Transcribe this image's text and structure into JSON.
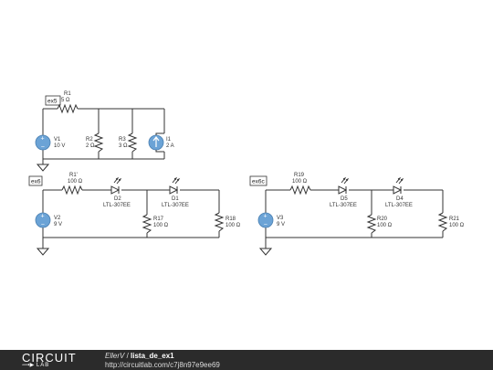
{
  "circuit1": {
    "tag": "ex5",
    "R1": {
      "name": "R1",
      "value": "5 Ω"
    },
    "V1": {
      "name": "V1",
      "value": "10 V"
    },
    "R2": {
      "name": "R2",
      "value": "2 Ω"
    },
    "R3": {
      "name": "R3",
      "value": "3 Ω"
    },
    "I1": {
      "name": "I1",
      "value": "2 A"
    }
  },
  "circuit2": {
    "tag": "ex6",
    "R1": {
      "name": "R1'",
      "value": "100 Ω"
    },
    "V2": {
      "name": "V2",
      "value": "9 V"
    },
    "D2": {
      "name": "D2",
      "value": "LTL-307EE"
    },
    "D1": {
      "name": "D1",
      "value": "LTL-307EE"
    },
    "R17": {
      "name": "R17",
      "value": "100 Ω"
    },
    "R18": {
      "name": "R18",
      "value": "100 Ω"
    }
  },
  "circuit3": {
    "tag": "ex6c",
    "R19": {
      "name": "R19",
      "value": "100 Ω"
    },
    "V3": {
      "name": "V3",
      "value": "9 V"
    },
    "D5": {
      "name": "D5",
      "value": "LTL-307EE"
    },
    "D4": {
      "name": "D4",
      "value": "LTL-307EE"
    },
    "R20": {
      "name": "R20",
      "value": "100 Ω"
    },
    "R21": {
      "name": "R21",
      "value": "100 Ω"
    }
  },
  "footer": {
    "logo_top": "CIRCUIT",
    "logo_bottom": "LAB",
    "author": "EllerV",
    "separator": " / ",
    "title": "lista_de_ex1",
    "url": "http://circuitlab.com/c7j8n97e9ee69"
  }
}
